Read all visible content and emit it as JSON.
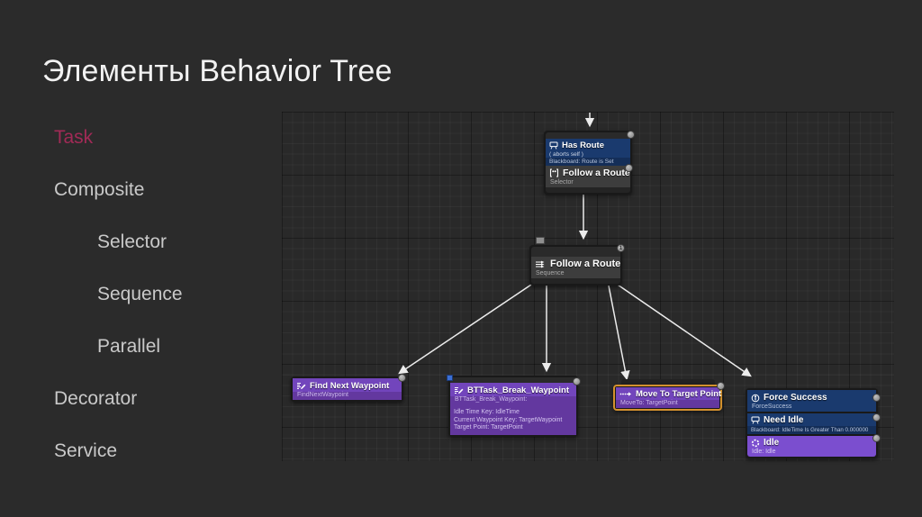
{
  "slide": {
    "title": "Элементы Behavior Tree",
    "background_color": "#2b2b2b"
  },
  "outline": {
    "highlight_color": "#a12a56",
    "text_color": "#c9c9c9",
    "items": [
      {
        "label": "Task",
        "level": 0,
        "highlighted": true
      },
      {
        "label": "Composite",
        "level": 0,
        "highlighted": false
      },
      {
        "label": "Selector",
        "level": 1,
        "highlighted": false
      },
      {
        "label": "Sequence",
        "level": 1,
        "highlighted": false
      },
      {
        "label": "Parallel",
        "level": 1,
        "highlighted": false
      },
      {
        "label": "Decorator",
        "level": 0,
        "highlighted": false
      },
      {
        "label": "Service",
        "level": 0,
        "highlighted": false
      }
    ]
  },
  "graph": {
    "colors": {
      "decorator_blue": "#1a3a6e",
      "task_purple": "#63389f",
      "composite_gray": "#3d3d3d",
      "selection_orange": "#d4912e",
      "grid_background": "#292929"
    },
    "root_node": {
      "decorator_title": "Has Route",
      "abort_line": "( aborts self )",
      "condition_line": "Blackboard: Route is Set",
      "composite_title": "Follow a Route",
      "composite_type": "Selector"
    },
    "sequence_node": {
      "title": "Follow a Route",
      "type": "Sequence",
      "index_badge": "1"
    },
    "task_find_next": {
      "title": "Find Next Waypoint",
      "subtitle": "FindNextWaypoint"
    },
    "task_break": {
      "title": "BTTask_Break_Waypoint",
      "subtitle": "BTTask_Break_Waypoint:",
      "details": [
        "Idle Time Key: IdleTime",
        "Current Waypoint Key: TargetWaypoint",
        "Target Point: TargetPoint"
      ]
    },
    "task_move_to": {
      "title": "Move To Target Point",
      "subtitle": "MoveTo: TargetPoint"
    },
    "idle_node": {
      "decorators": [
        {
          "title": "Force Success",
          "subtitle": "ForceSuccess"
        },
        {
          "title": "Need Idle",
          "subtitle": "Blackboard: IdleTime Is Greater Than 0.000000"
        }
      ],
      "task_title": "Idle",
      "task_subtitle": "Idle: Idle"
    }
  }
}
